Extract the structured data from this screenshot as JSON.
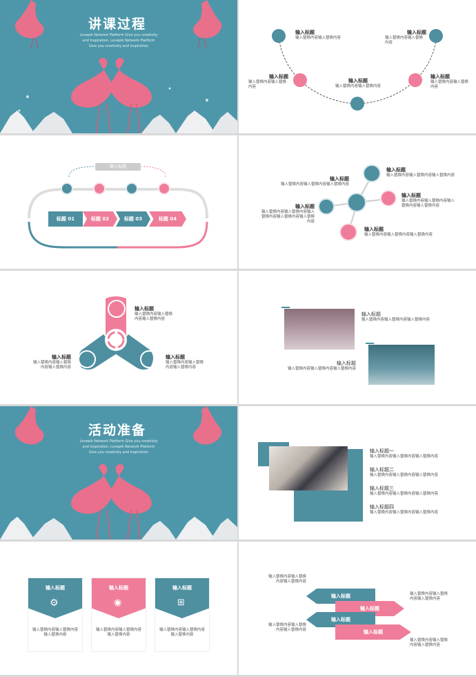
{
  "slide1": {
    "title": "讲课过程",
    "subtitle": [
      "Lovepik Network Platform Give you creativity",
      "and inspiration. Lovepik Network Platform",
      "Give you creativity and inspiration"
    ]
  },
  "slide2": {
    "items": [
      {
        "title": "输入标题",
        "text": "输入替换内容输入替换内容"
      },
      {
        "title": "输入标题",
        "text": "输入替换内容输入替换内容"
      },
      {
        "title": "输入标题",
        "text": "输入替换内容输入替换内容"
      },
      {
        "title": "输入标题",
        "text": "输入替换内容输入替换内容"
      },
      {
        "title": "输入标题",
        "text": "输入替换内容输入替换内容"
      }
    ]
  },
  "slide3": {
    "top_label": "输入标题",
    "steps": [
      "标题 01",
      "标题 02",
      "标题 03",
      "标题 04"
    ]
  },
  "slide4": {
    "items": [
      {
        "title": "输入标题",
        "text": "输入替换内容输入替换内容输入替换内容"
      },
      {
        "title": "输入标题",
        "text": "输入替换内容输入替换内容输入替换内容"
      },
      {
        "title": "输入标题",
        "text": "输入替换内容输入替换内容输入替换内容输入替换内容"
      },
      {
        "title": "输入标题",
        "text": "输入替换内容输入替换内容输入替换内容输入替换内容输入替换内容"
      },
      {
        "title": "输入标题",
        "text": "输入替换内容输入替换内容输入替换内容"
      }
    ]
  },
  "slide5": {
    "items": [
      {
        "title": "输入标题",
        "text": "输入替换内容输入替换内容输入替换内容"
      },
      {
        "title": "输入标题",
        "text": "输入替换内容输入替换内容输入替换内容"
      },
      {
        "title": "输入标题",
        "text": "输入替换内容输入替换内容输入替换内容"
      }
    ]
  },
  "slide6": {
    "items": [
      {
        "title": "输入标题",
        "text": "输入替换内容输入替换内容输入替换内容"
      },
      {
        "title": "输入标题",
        "text": "输入替换内容输入替换内容输入替换内容"
      }
    ]
  },
  "slide7": {
    "title": "活动准备",
    "subtitle": [
      "Lovepik Network Platform Give you creativity",
      "and inspiration. Lovepik Network Platform",
      "Give you creativity and inspiration"
    ]
  },
  "slide8": {
    "items": [
      {
        "title": "输入标题一",
        "text": "输入替换内容输入替换内容输入替换内容"
      },
      {
        "title": "输入标题二",
        "text": "输入替换内容输入替换内容输入替换内容"
      },
      {
        "title": "输入标题三",
        "text": "输入替换内容输入替换内容输入替换内容"
      },
      {
        "title": "输入标题四",
        "text": "输入替换内容输入替换内容输入替换内容"
      }
    ]
  },
  "slide9": {
    "cards": [
      {
        "title": "输入标题",
        "text": "输入替换内容输入替换内容输入替换内容",
        "icon": "gear-icon"
      },
      {
        "title": "输入标题",
        "text": "输入替换内容输入替换内容输入替换内容",
        "icon": "aperture-icon"
      },
      {
        "title": "输入标题",
        "text": "输入替换内容输入替换内容输入替换内容",
        "icon": "windows-icon"
      }
    ]
  },
  "slide10": {
    "arrows": [
      "输入标题",
      "输入标题",
      "输入标题",
      "输入标题"
    ],
    "texts": [
      "输入替换内容输入替换内容输入替换内容",
      "输入替换内容输入替换内容输入替换内容",
      "输入替换内容输入替换内容输入替换内容",
      "输入替换内容输入替换内容输入替换内容"
    ]
  },
  "colors": {
    "teal": "#4e8fa0",
    "pink": "#ef7d9a",
    "bg_teal": "#4e97aa"
  }
}
